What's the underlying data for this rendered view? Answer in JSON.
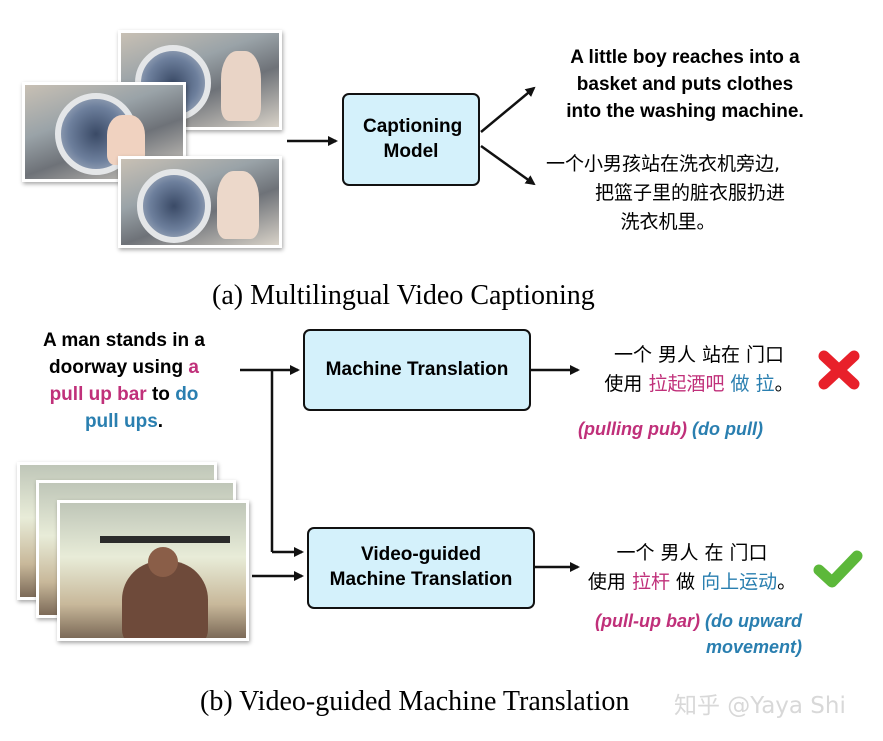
{
  "top": {
    "model_label": "Captioning Model",
    "english_caption": [
      "A little boy reaches into a",
      "basket and puts clothes",
      "into the washing machine."
    ],
    "chinese_caption": [
      "一个小男孩站在洗衣机旁边,",
      "把篮子里的脏衣服扔进",
      "洗衣机里。"
    ],
    "panel_caption": "(a) Multilingual Video Captioning"
  },
  "bottom": {
    "source_sentence": {
      "line1": "A man stands in a",
      "line2_a": "doorway using ",
      "line2_b": "a",
      "line3_a": "pull up bar",
      "line3_b": " to ",
      "line3_c": "do",
      "line4_a": "pull ups",
      "line4_b": "."
    },
    "mt_label": "Machine Translation",
    "vmt_label_1": "Video-guided",
    "vmt_label_2": "Machine Translation",
    "mt_output": {
      "line1": "一个 男人 站在 门口",
      "line2_a": "使用 ",
      "line2_b": "拉起酒吧",
      "line2_c": " ",
      "line2_d": "做 拉",
      "line2_e": "。",
      "gloss_a": "(pulling pub)",
      "gloss_b": "(do pull)"
    },
    "vmt_output": {
      "line1": "一个 男人 在 门口",
      "line2_a": "使用 ",
      "line2_b": "拉杆",
      "line2_c": " 做 ",
      "line2_d": "向上运动",
      "line2_e": "。",
      "gloss_a": "(pull-up bar)",
      "gloss_b": "(do upward",
      "gloss_c": "movement)"
    },
    "panel_caption": "(b) Video-guided Machine Translation",
    "watermark": "知乎 @Yaya Shi"
  },
  "colors": {
    "box_fill": "#d4f1fb",
    "highlight_pink": "#c0307a",
    "highlight_blue": "#2a7fb0",
    "cross_red": "#e8202a",
    "check_green": "#5cb83a",
    "caption_highlight": "#fafa9a"
  },
  "icons": [
    "cross-icon",
    "checkmark-icon"
  ]
}
